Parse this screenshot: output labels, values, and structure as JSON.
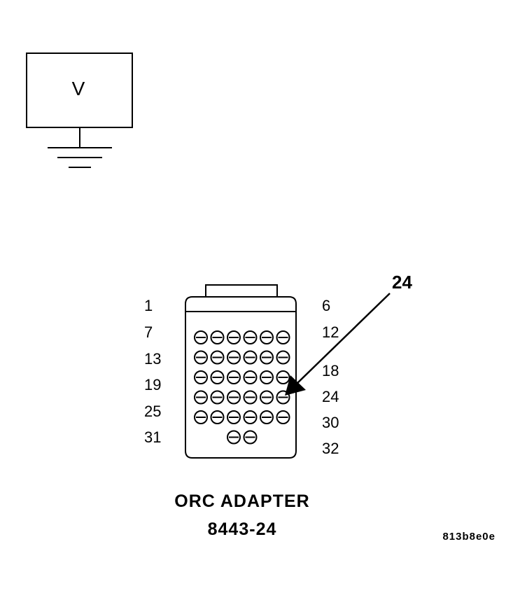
{
  "meter": {
    "symbol": "V"
  },
  "connector": {
    "pin_rows": [
      6,
      6,
      6,
      6,
      6,
      2
    ],
    "left_labels": [
      "1",
      "7",
      "13",
      "19",
      "25",
      "31"
    ],
    "right_labels": [
      "6",
      "12",
      "18",
      "24",
      "30",
      "32"
    ]
  },
  "callout": {
    "label": "24"
  },
  "caption": {
    "line1": "ORC ADAPTER",
    "line2": "8443-24"
  },
  "figure_code": "813b8e0e",
  "colors": {
    "ink": "#000000",
    "background": "#ffffff"
  }
}
